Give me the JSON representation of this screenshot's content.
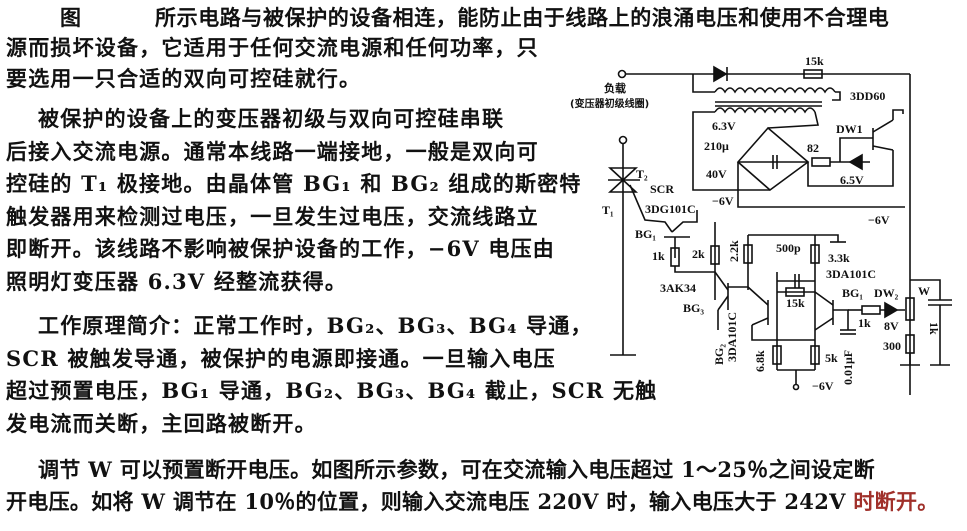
{
  "paragraph1": {
    "fig_label": "图",
    "lines": [
      "所示电路与被保护的设备相连，能防止由于线路上的浪涌电压和使用不合理电",
      "源而损坏设备，它适用于任何交流电源和任何功率，只",
      "要选用一只合适的双向可控硅就行。"
    ]
  },
  "paragraph2": {
    "lines": [
      "被保护的设备上的变压器初级与双向可控硅串联",
      "后接入交流电源。通常本线路一端接地，一般是双向可",
      "控硅的 T₁ 极接地。由晶体管 BG₁ 和 BG₂ 组成的斯密特",
      "触发器用来检测过电压，一旦发生过电压，交流线路立",
      "即断开。该线路不影响被保护设备的工作，−6V 电压由",
      "照明灯变压器 6.3V 经整流获得。"
    ]
  },
  "paragraph3": {
    "lines": [
      "工作原理简介：正常工作时，BG₂、BG₃、BG₄ 导通，",
      "SCR 被触发导通，被保护的电源即接通。一旦输入电压",
      "超过预置电压，BG₁ 导通，BG₂、BG₃、BG₄ 截止，SCR 无触",
      "发电流而关断，主回路被断开。"
    ]
  },
  "paragraph4": {
    "lines": [
      "调节 W 可以预置断开电压。如图所示参数，可在交流输入电压超过 1～25％之间设定断",
      "开电压。如将 W 调节在 10％的位置，则输入交流电压 220V 时，输入电压大于 242V "
    ],
    "tail": "时断开。"
  },
  "circuit": {
    "load": "负载",
    "load_note": "(变压器初级线圈)",
    "r_15k_top": "15k",
    "q_3dd60": "3DD60",
    "v_63": "6.3V",
    "c_210u": "210μ",
    "c_40v": "40V",
    "r_82": "82",
    "dw1": "DW1",
    "v_65": "6.5V",
    "neg6v_a": "−6V",
    "neg6v_b": "−6V",
    "neg6v_c": "−6V",
    "t2": "T₂",
    "t1": "T₁",
    "scr": "SCR",
    "q_3dg101c": "3DG101C",
    "bg1_top": "BG₁",
    "r_1k_a": "1k",
    "r_2k": "2k",
    "r_22k": "2.2k",
    "c_500p": "500p",
    "r_33k": "3.3k",
    "q_3da101c_a": "3DA101C",
    "q_3ak34": "3AK34",
    "bg3": "BG₃",
    "r_15k": "15k",
    "bg4": "BG₁",
    "dw2": "DW₂",
    "w": "W",
    "r_1k_b": "1k",
    "v_8": "8V",
    "r_1k_w": "1k",
    "r_300": "300",
    "bg2": "BG₂",
    "q_3da101c_b": "3DA101C",
    "r_68k": "6.8k",
    "r_5k": "5k",
    "c_001u": "0.01μF"
  }
}
